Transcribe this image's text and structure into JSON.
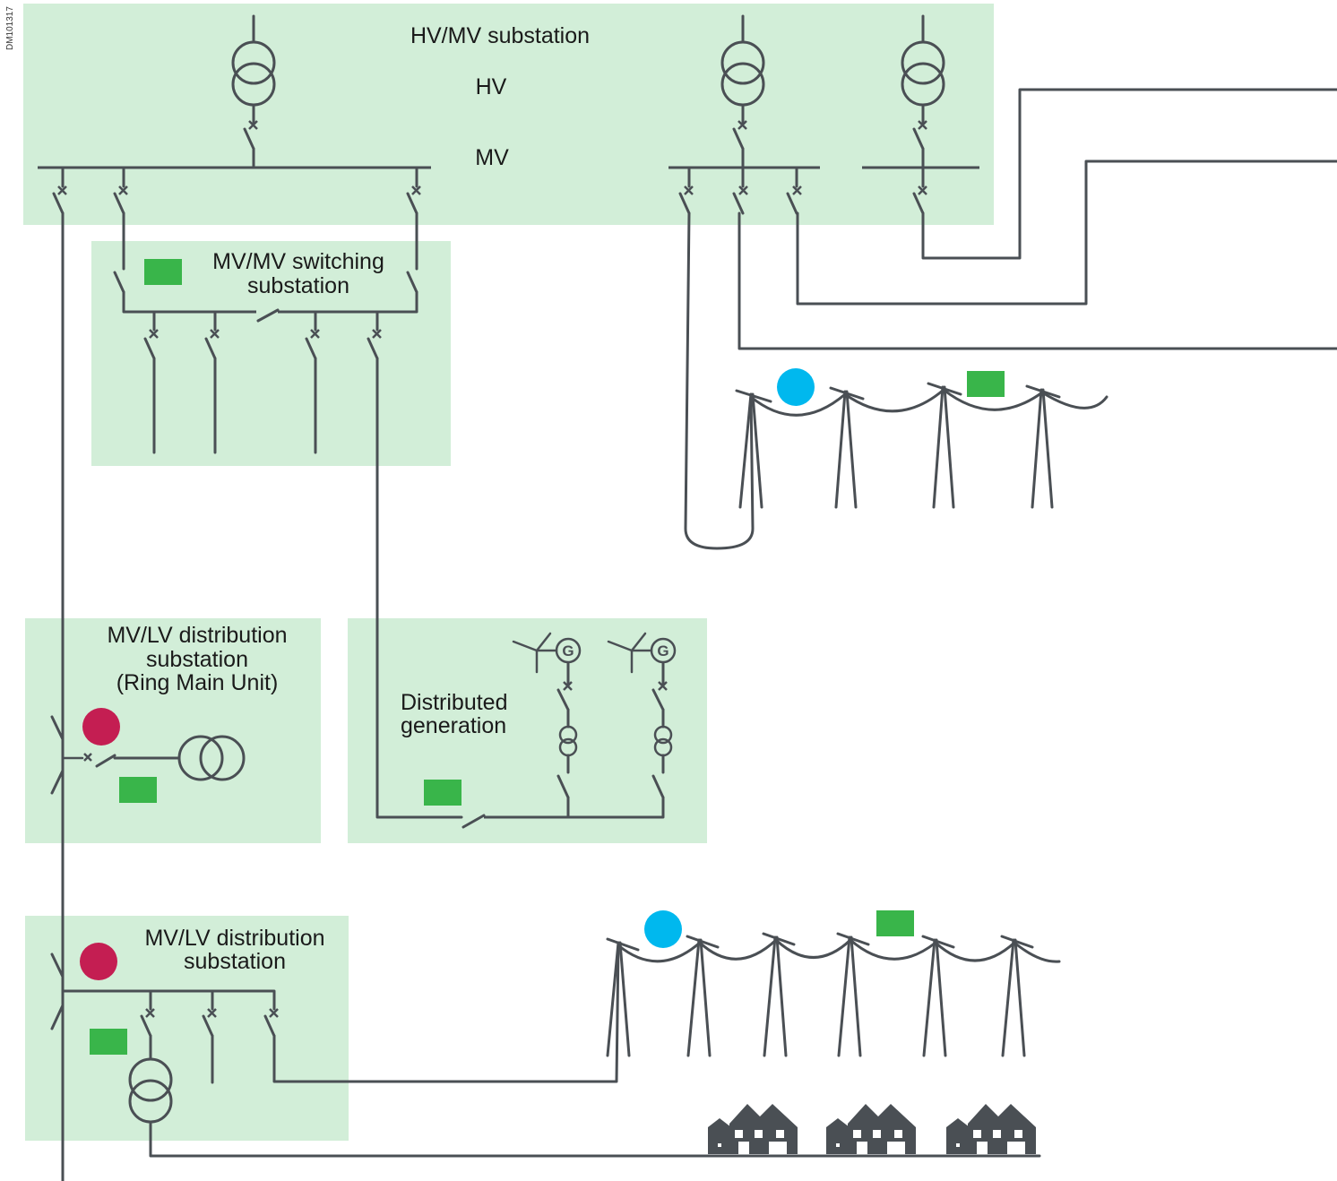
{
  "doc_ref": "DM101317",
  "labels": {
    "hv_mv_substation": "HV/MV substation",
    "hv": "HV",
    "mv": "MV",
    "mv_mv_switching_line1": "MV/MV switching",
    "mv_mv_switching_line2": "substation",
    "rmu_line1": "MV/LV distribution",
    "rmu_line2": "substation",
    "rmu_line3": "(Ring Main Unit)",
    "distributed_gen_line1": "Distributed",
    "distributed_gen_line2": "generation",
    "mvlv_line1": "MV/LV distribution",
    "mvlv_line2": "substation",
    "generator_symbol": "G"
  },
  "colors": {
    "zone_fill": "#d2eed8",
    "line": "#4a4f54",
    "green_device": "#39b54a",
    "blue_device": "#00b8ee",
    "red_device": "#c41e52",
    "house": "#4a4f54"
  },
  "legend_markers": {
    "green": "green-rectangle",
    "blue": "blue-circle",
    "red": "red-circle"
  }
}
